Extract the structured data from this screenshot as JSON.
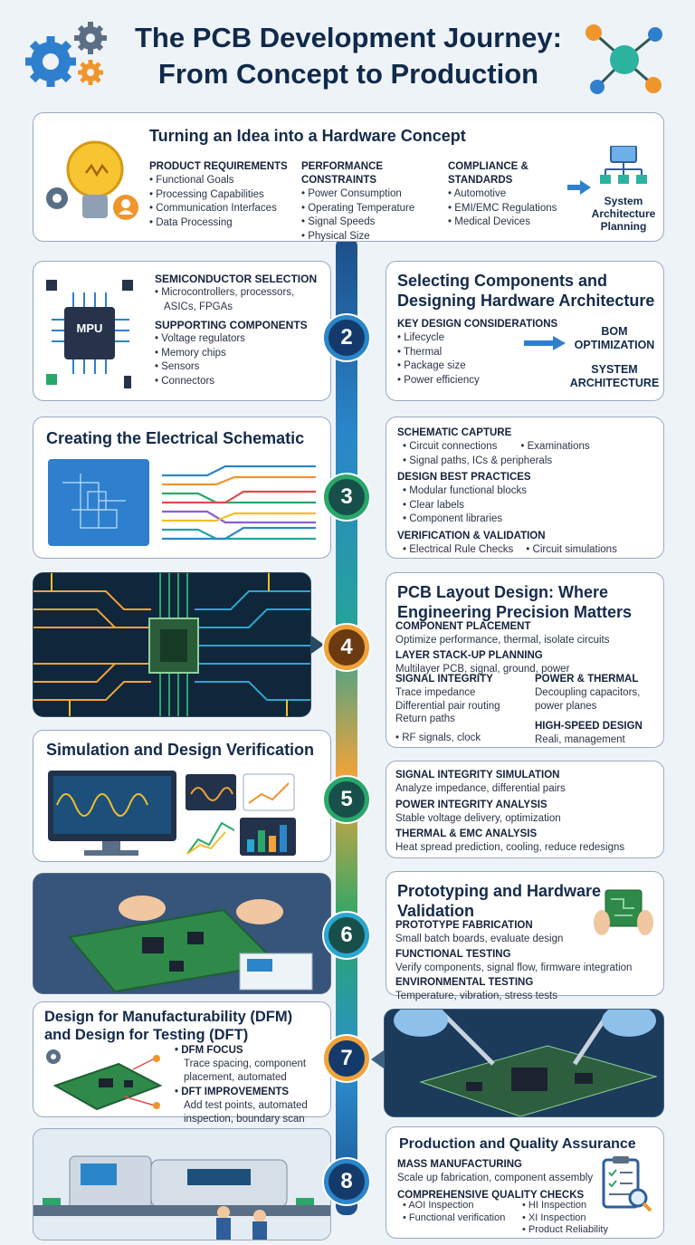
{
  "title": [
    "The PCB Development Journey:",
    "From Concept to Production"
  ],
  "colors": {
    "navy": "#102a4c",
    "badge": "#143a6b",
    "accent_blue": "#2a86c9",
    "accent_green": "#2aa76a",
    "accent_orange": "#f0a33a"
  },
  "s1": {
    "heading": "Turning an Idea into a Hardware Concept",
    "cols": [
      {
        "cap": "PRODUCT REQUIREMENTS",
        "items": [
          "Functional Goals",
          "Processing Capabilities",
          "Communication Interfaces",
          "Data Processing"
        ]
      },
      {
        "cap": "PERFORMANCE CONSTRAINTS",
        "items": [
          "Power Consumption",
          "Operating Temperature",
          "Signal Speeds",
          "Physical Size"
        ]
      },
      {
        "cap": "COMPLIANCE & STANDARDS",
        "items": [
          "Automotive",
          "EMI/EMC Regulations",
          "Medical Devices"
        ]
      }
    ],
    "arch": [
      "System",
      "Architecture",
      "Planning"
    ]
  },
  "s2": {
    "number": "2",
    "chip": "MPU",
    "cap1": "SEMICONDUCTOR SELECTION",
    "items1": [
      "Microcontrollers, processors,",
      "ASICs, FPGAs"
    ],
    "cap2": "SUPPORTING COMPONENTS",
    "items2": [
      "Voltage regulators",
      "Memory chips",
      "Sensors",
      "Connectors"
    ],
    "heading": [
      "Selecting Components and",
      "Designing Hardware Architecture"
    ],
    "cap3": "KEY DESIGN CONSIDERATIONS",
    "items3": [
      "Lifecycle",
      "Thermal",
      "Package size",
      "Power efficiency"
    ],
    "bom": [
      "BOM",
      "OPTIMIZATION"
    ],
    "sys": [
      "SYSTEM",
      "ARCHITECTURE"
    ]
  },
  "s3": {
    "number": "3",
    "heading": "Creating the Electrical Schematic",
    "cap1": "SCHEMATIC CAPTURE",
    "r1a": "Circuit connections",
    "r1b": "Examinations",
    "r1c": "Signal paths, ICs & peripherals",
    "cap2": "DESIGN BEST PRACTICES",
    "items2": [
      "Modular functional blocks",
      "Clear labels",
      "Component libraries"
    ],
    "cap3": "VERIFICATION & VALIDATION",
    "r3a": "Electrical Rule Checks",
    "r3b": "Circuit simulations"
  },
  "s4": {
    "number": "4",
    "heading": [
      "PCB Layout Design: Where",
      "Engineering Precision Matters"
    ],
    "cap1": "COMPONENT PLACEMENT",
    "t1": "Optimize performance, thermal, isolate circuits",
    "cap2": "LAYER STACK-UP PLANNING",
    "t2": "Multilayer PCB, signal, ground, power",
    "cap3": "SIGNAL INTEGRITY",
    "t3": [
      "Trace impedance",
      "Differential pair routing",
      "Return paths"
    ],
    "cap4": "POWER & THERMAL",
    "t4": [
      "Decoupling capacitors,",
      "power planes"
    ],
    "t5": "RF signals, clock",
    "cap6": "HIGH-SPEED DESIGN",
    "t6": "Reali, management"
  },
  "s5": {
    "number": "5",
    "heading": "Simulation and Design Verification",
    "cap1": "SIGNAL INTEGRITY SIMULATION",
    "t1": "Analyze impedance, differential pairs",
    "cap2": "POWER INTEGRITY ANALYSIS",
    "t2": "Stable voltage delivery, optimization",
    "cap3": "THERMAL & EMC ANALYSIS",
    "t3": "Heat spread prediction, cooling, reduce redesigns"
  },
  "s6": {
    "number": "6",
    "heading": [
      "Prototyping and Hardware",
      "Validation"
    ],
    "cap1": "PROTOTYPE FABRICATION",
    "t1": "Small batch boards, evaluate design",
    "cap2": "FUNCTIONAL TESTING",
    "t2": "Verify components, signal flow, firmware integration",
    "cap3": "ENVIRONMENTAL TESTING",
    "t3": "Temperature, vibration, stress tests"
  },
  "s7": {
    "number": "7",
    "heading": [
      "Design for Manufacturability (DFM)",
      "and Design for Testing (DFT)"
    ],
    "cap1": "DFM FOCUS",
    "t1": [
      "Trace spacing, component",
      "placement, automated"
    ],
    "cap2": "DFT IMPROVEMENTS",
    "t2": [
      "Add test points, automated",
      "inspection, boundary scan"
    ]
  },
  "s8": {
    "number": "8",
    "heading": "Production and Quality Assurance",
    "cap1": "MASS MANUFACTURING",
    "t1": "Scale up fabrication, component assembly",
    "cap2": "COMPREHENSIVE QUALITY CHECKS",
    "qa": [
      "AOI Inspection",
      "Functional verification"
    ],
    "qb": [
      "HI Inspection",
      "XI Inspection",
      "Product Reliability"
    ]
  }
}
